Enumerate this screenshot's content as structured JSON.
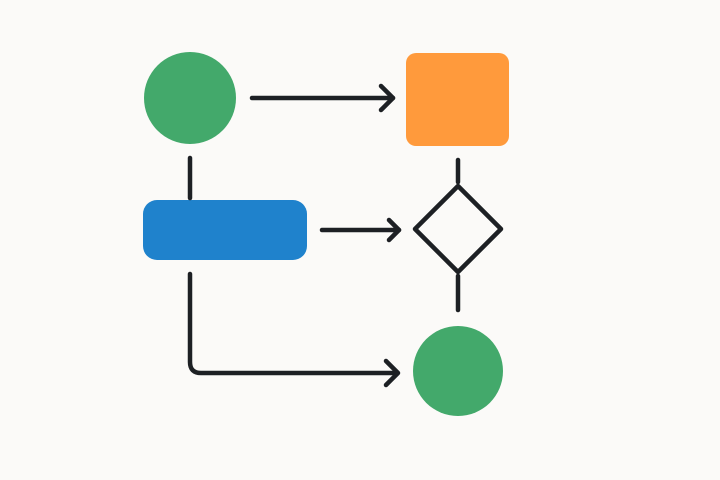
{
  "colors": {
    "background": "#fbfaf8",
    "start_circle": "#43a96b",
    "process_square": "#ff9a3c",
    "process_bar": "#1f82cc",
    "end_circle": "#43a96b",
    "decision_stroke": "#1d2024",
    "connector": "#1d2024"
  },
  "diagram": {
    "type": "flowchart",
    "nodes": [
      {
        "id": "start-circle",
        "shape": "circle",
        "label": ""
      },
      {
        "id": "process-square",
        "shape": "rounded-square",
        "label": ""
      },
      {
        "id": "process-bar",
        "shape": "rounded-rectangle",
        "label": ""
      },
      {
        "id": "decision-diamond",
        "shape": "diamond",
        "label": ""
      },
      {
        "id": "end-circle",
        "shape": "circle",
        "label": ""
      }
    ],
    "edges": [
      {
        "from": "start-circle",
        "to": "process-square",
        "arrow": true
      },
      {
        "from": "start-circle",
        "to": "process-bar",
        "arrow": false
      },
      {
        "from": "process-bar",
        "to": "decision-diamond",
        "arrow": true
      },
      {
        "from": "process-square",
        "to": "decision-diamond",
        "arrow": false
      },
      {
        "from": "decision-diamond",
        "to": "end-circle",
        "arrow": false
      },
      {
        "from": "process-bar",
        "to": "end-circle",
        "arrow": true
      }
    ]
  }
}
